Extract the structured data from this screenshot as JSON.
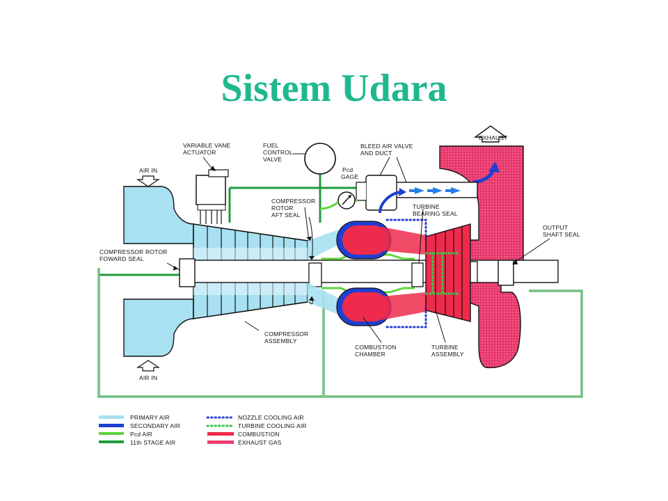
{
  "title": "Sistem Udara",
  "colors": {
    "title": "#1fb88e",
    "primary_air": "#a8e1f1",
    "secondary_air": "#1f3fcf",
    "pcd_air": "#5ed33a",
    "stage_air": "#1f9b3a",
    "nozzle_cooling": "#2b3fd6",
    "turbine_cooling": "#3bc44a",
    "combustion": "#ee2b4c",
    "exhaust": "#e8376b",
    "line": "#111111"
  },
  "labels": {
    "air_in_top": "AIR IN",
    "air_in_bottom": "AIR IN",
    "variable_vane_1": "VARIABLE VANE",
    "variable_vane_2": "ACTUATOR",
    "fuel_control_1": "FUEL",
    "fuel_control_2": "CONTROL",
    "fuel_control_3": "VALVE",
    "pcd_gage_1": "Pcd",
    "pcd_gage_2": "GAGE",
    "bleed_air_1": "BLEED AIR VALVE",
    "bleed_air_2": "AND DUCT",
    "exhaust": "EXHAUST",
    "comp_rotor_aft_1": "COMPRESSOR",
    "comp_rotor_aft_2": "ROTOR",
    "comp_rotor_aft_3": "AFT SEAL",
    "turbine_bearing_1": "TURBINE",
    "turbine_bearing_2": "BEARING SEAL",
    "output_shaft_1": "OUTPUT",
    "output_shaft_2": "SHAFT SEAL",
    "comp_rotor_fwd_1": "COMPRESSOR ROTOR",
    "comp_rotor_fwd_2": "FOWARD SEAL",
    "comp_assembly_1": "COMPRESSOR",
    "comp_assembly_2": "ASSEMBLY",
    "combustion_chamber_1": "COMBUSTION",
    "combustion_chamber_2": "CHAMBER",
    "turbine_assembly_1": "TURBINE",
    "turbine_assembly_2": "ASSEMBLY"
  },
  "legend": {
    "left": [
      "PRIMARY AIR",
      "SECONDARY AIR",
      "Pcd AIR",
      "11th STAGE AIR"
    ],
    "right": [
      "NOZZLE COOLING AIR",
      "TURBINE COOLING AIR",
      "COMBUSTION",
      "EXHAUST GAS"
    ]
  }
}
